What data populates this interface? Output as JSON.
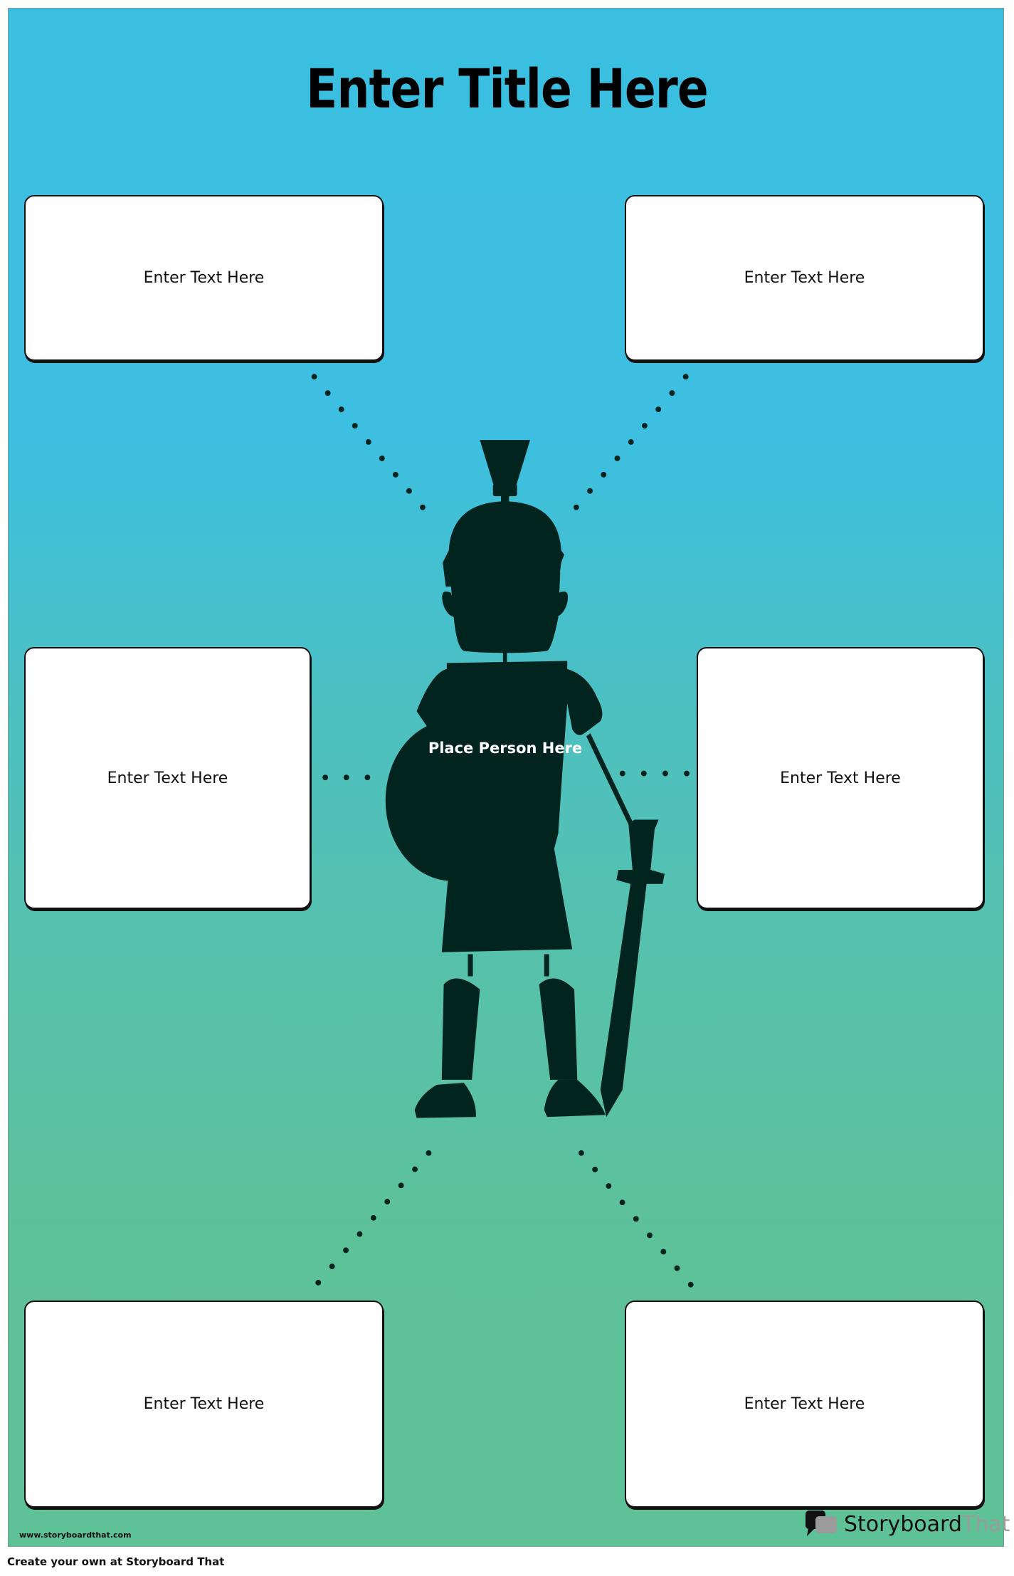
{
  "title": "Enter Title Here",
  "boxes": [
    {
      "text": "Enter Text Here"
    },
    {
      "text": "Enter Text Here"
    },
    {
      "text": "Enter Text Here"
    },
    {
      "text": "Enter Text Here"
    },
    {
      "text": "Enter Text Here"
    },
    {
      "text": "Enter Text Here"
    }
  ],
  "figure": {
    "label": "Place Person Here",
    "icon": "roman-soldier-silhouette"
  },
  "watermark": {
    "site": "www.storyboardthat.com",
    "brand_a": "Storyboard",
    "brand_b": "That"
  },
  "footer": "Create your own at Storyboard That",
  "colors": {
    "top": "#3bbfe1",
    "bottom": "#5fc196",
    "silhouette": "#01241e"
  }
}
